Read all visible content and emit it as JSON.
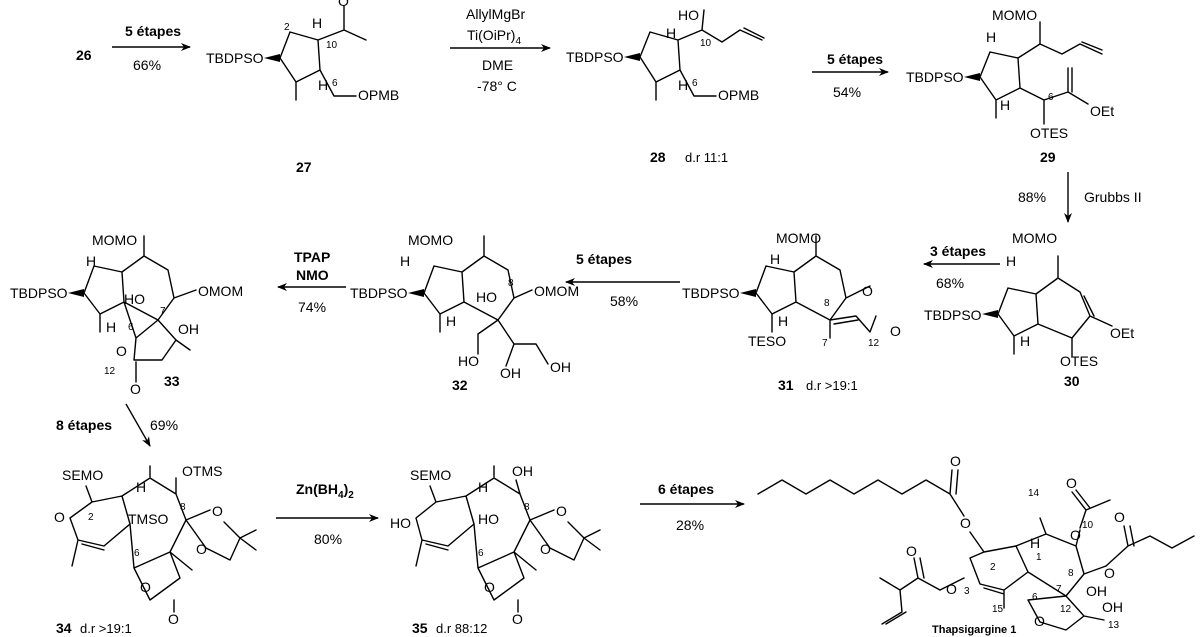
{
  "compounds": {
    "c26": {
      "number": "26"
    },
    "c27": {
      "number": "27",
      "atoms": {
        "tbdpso": "TBDPSO",
        "o": "O",
        "h1": "H",
        "h2": "H",
        "opmb": "OPMB"
      },
      "nums": [
        "2",
        "10",
        "6"
      ]
    },
    "c28": {
      "number": "28",
      "dr": "d.r 11:1",
      "atoms": {
        "ho": "HO",
        "h1": "H",
        "h2": "H",
        "tbdpso": "TBDPSO",
        "opmb": "OPMB"
      },
      "nums": [
        "10",
        "6"
      ]
    },
    "c29": {
      "number": "29",
      "atoms": {
        "momo": "MOMO",
        "h1": "H",
        "tbdpso": "TBDPSO",
        "oet": "OEt",
        "otes": "OTES",
        "h2": "H"
      },
      "nums": [
        "6"
      ]
    },
    "c30": {
      "number": "30",
      "atoms": {
        "momo": "MOMO",
        "h1": "H",
        "tbdpso": "TBDPSO",
        "otes": "OTES",
        "oet": "OEt",
        "h2": "H"
      }
    },
    "c31": {
      "number": "31",
      "dr": "d.r >19:1",
      "atoms": {
        "momo": "MOMO",
        "h1": "H",
        "tbdpso": "TBDPSO",
        "o1": "O",
        "teso": "TESO",
        "h2": "H",
        "o2": "O"
      },
      "nums": [
        "8",
        "7",
        "12"
      ]
    },
    "c32": {
      "number": "32",
      "atoms": {
        "momo": "MOMO",
        "h1": "H",
        "tbdpso": "TBDPSO",
        "ho1": "HO",
        "omom": "OMOM",
        "h2": "H",
        "ho2": "HO",
        "oh1": "OH",
        "oh2": "OH"
      },
      "nums": [
        "8"
      ]
    },
    "c33": {
      "number": "33",
      "atoms": {
        "momo": "MOMO",
        "h1": "H",
        "tbdpso": "TBDPSO",
        "ho": "HO",
        "omom": "OMOM",
        "oh": "OH",
        "h2": "H",
        "o1": "O",
        "o2": "O"
      },
      "nums": [
        "6",
        "7",
        "12"
      ]
    },
    "c34": {
      "number": "34",
      "dr": "d.r >19:1",
      "atoms": {
        "semo": "SEMO",
        "otms": "OTMS",
        "h": "H",
        "o1": "O",
        "tmso": "TMSO",
        "o2": "O",
        "o3": "O",
        "o4": "O",
        "o5": "O"
      },
      "nums": [
        "2",
        "8",
        "6"
      ]
    },
    "c35": {
      "number": "35",
      "dr": "d.r 88:12",
      "atoms": {
        "semo": "SEMO",
        "oh": "OH",
        "h": "H",
        "ho1": "HO",
        "ho2": "HO",
        "o1": "O",
        "o2": "O",
        "o3": "O",
        "o4": "O"
      },
      "nums": [
        "8",
        "6"
      ]
    },
    "thap": {
      "name": "Thapsigargine 1",
      "atoms": {
        "o1": "O",
        "o2": "O",
        "o3": "O",
        "o4": "O",
        "o5": "O",
        "o6": "O",
        "o7": "O",
        "h": "H",
        "o8": "O",
        "oh1": "OH",
        "o9": "O",
        "oh2": "OH"
      },
      "nums": [
        "14",
        "10",
        "2",
        "1",
        "8",
        "3",
        "7",
        "6",
        "15",
        "12",
        "13"
      ]
    }
  },
  "steps": {
    "s1": {
      "reagent": "5 étapes",
      "yield": "66%"
    },
    "s2": {
      "reagents": [
        "AllylMgBr",
        "Ti(OiPr)",
        "DME",
        "-78° C"
      ],
      "subscript": "4"
    },
    "s3": {
      "reagent": "5 étapes",
      "yield": "54%"
    },
    "s4": {
      "reagent": "Grubbs  II",
      "yield": "88%"
    },
    "s5": {
      "reagent": "3 étapes",
      "yield": "68%"
    },
    "s6": {
      "reagent": "5 étapes",
      "yield": "58%"
    },
    "s7": {
      "reagents": [
        "TPAP",
        "NMO"
      ],
      "yield": "74%"
    },
    "s8": {
      "reagent": "8 étapes",
      "yield": "69%"
    },
    "s9": {
      "reagent": "Zn(BH",
      "subscript": "4",
      "suffix": ")",
      "suffix2": "2",
      "yield": "80%"
    },
    "s10": {
      "reagent": "6 étapes",
      "yield": "28%"
    }
  }
}
